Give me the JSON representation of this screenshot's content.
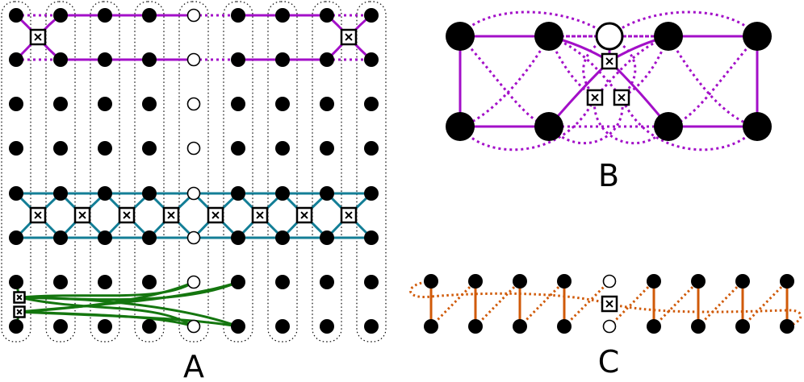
{
  "panels": [
    {
      "id": "A",
      "label": "A"
    },
    {
      "id": "B",
      "label": "B"
    },
    {
      "id": "C",
      "label": "C"
    }
  ],
  "colors": {
    "purple": "#a30fc8",
    "teal": "#137e96",
    "green": "#14760f",
    "orange": "#d05a08",
    "node_filled": "#000000",
    "node_open": "#ffffff",
    "outline": "#000000"
  }
}
